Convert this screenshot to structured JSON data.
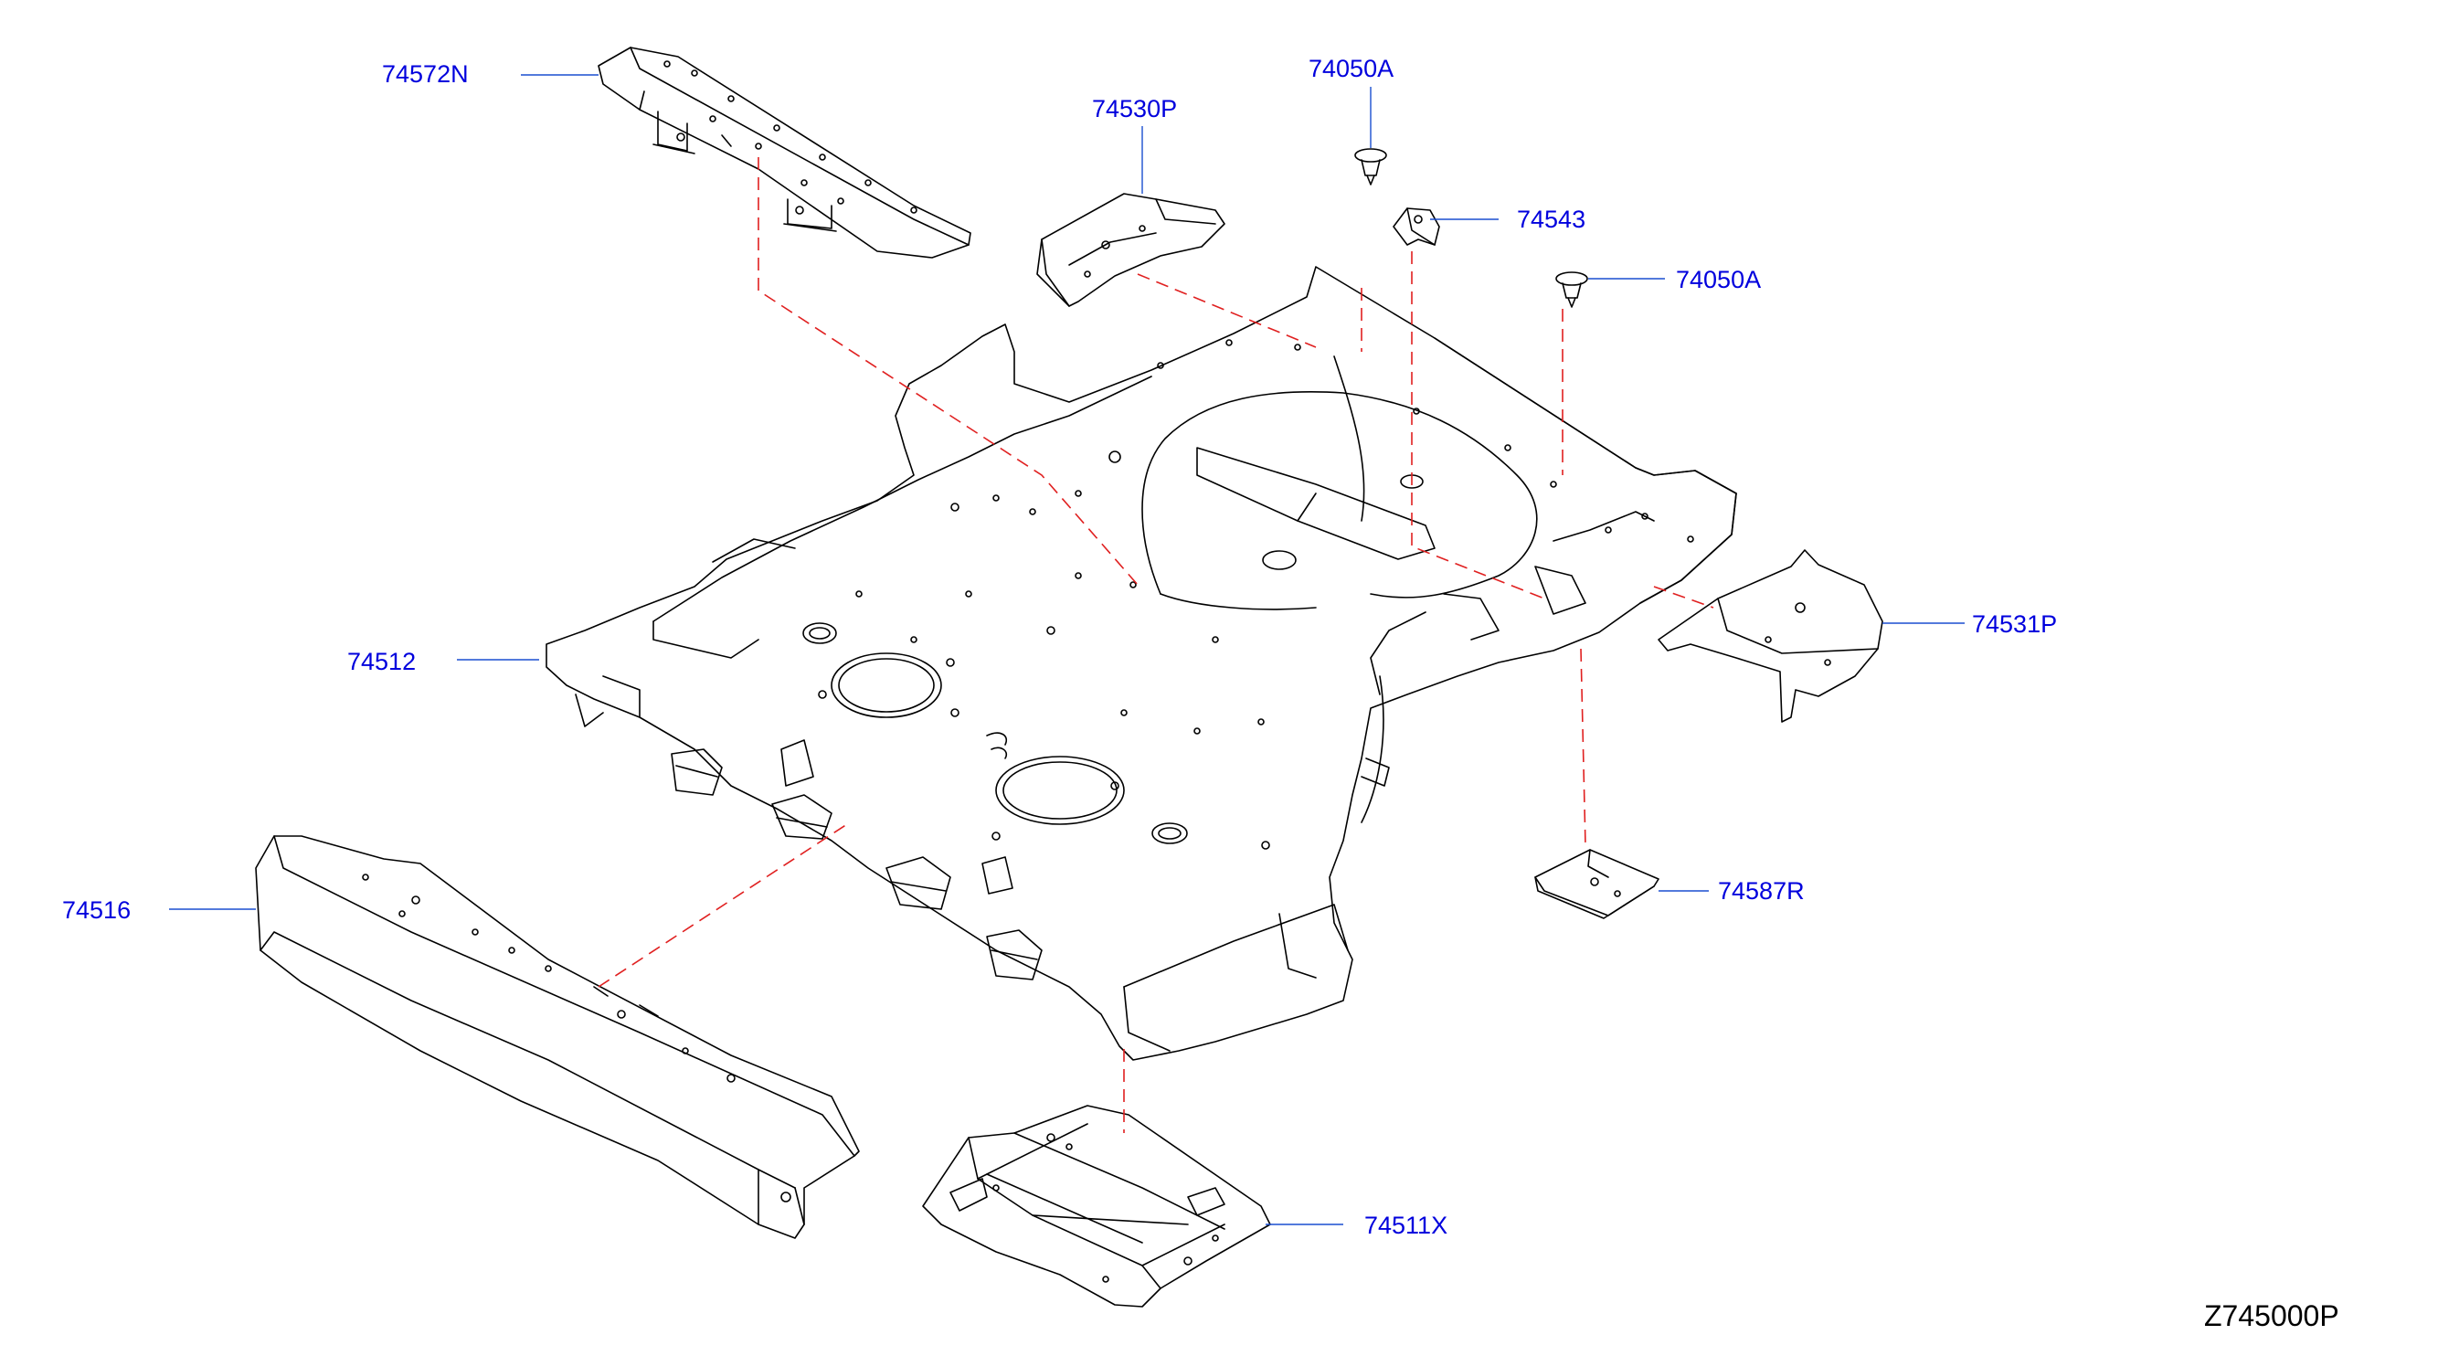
{
  "diagram_code": "Z745000P",
  "colors": {
    "part_line": "#000000",
    "leader_line": "#1a4fd0",
    "label_text": "#0000dd",
    "dash_line": "#e02020"
  },
  "parts": [
    {
      "id": "p1",
      "number": "74572N"
    },
    {
      "id": "p2",
      "number": "74530P"
    },
    {
      "id": "p3",
      "number": "74050A"
    },
    {
      "id": "p4",
      "number": "74543"
    },
    {
      "id": "p5",
      "number": "74050A"
    },
    {
      "id": "p6",
      "number": "74512"
    },
    {
      "id": "p7",
      "number": "74531P"
    },
    {
      "id": "p8",
      "number": "74587R"
    },
    {
      "id": "p9",
      "number": "74516"
    },
    {
      "id": "p10",
      "number": "74511X"
    }
  ]
}
